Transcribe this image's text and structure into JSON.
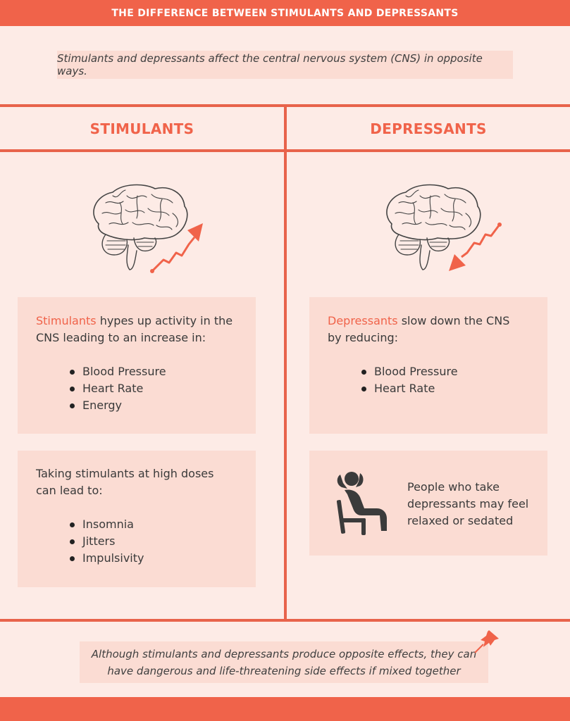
{
  "banner": {
    "title": "THE DIFFERENCE BETWEEN STIMULANTS AND DEPRESSANTS"
  },
  "intro": "Stimulants and depressants affect the central nervous system (CNS) in opposite ways.",
  "columns": {
    "stimulants": {
      "header": "STIMULANTS",
      "card1": {
        "highlight": "Stimulants",
        "text": " hypes up activity in the CNS leading to an increase in:",
        "items": [
          "Blood Pressure",
          "Heart Rate",
          "Energy"
        ]
      },
      "card2": {
        "text": "Taking stimulants at high doses can lead to:",
        "items": [
          "Insomnia",
          "Jitters",
          "Impulsivity"
        ]
      }
    },
    "depressants": {
      "header": "DEPRESSANTS",
      "card1": {
        "highlight": "Depressants",
        "text": " slow down the CNS by reducing:",
        "items": [
          "Blood Pressure",
          "Heart Rate"
        ]
      },
      "card2": {
        "text": "People who take depressants may feel relaxed or sedated"
      }
    }
  },
  "footer_note": "Although stimulants and depressants produce opposite effects, they can have dangerous and life-threatening side effects if mixed together",
  "icons": [
    "brain-icon",
    "arrow-up-icon",
    "arrow-down-icon",
    "relaxed-person-icon",
    "pushpin-icon"
  ],
  "colors": {
    "accent": "#f0634a",
    "background": "#fdebe6",
    "card": "#fbdcd3"
  }
}
